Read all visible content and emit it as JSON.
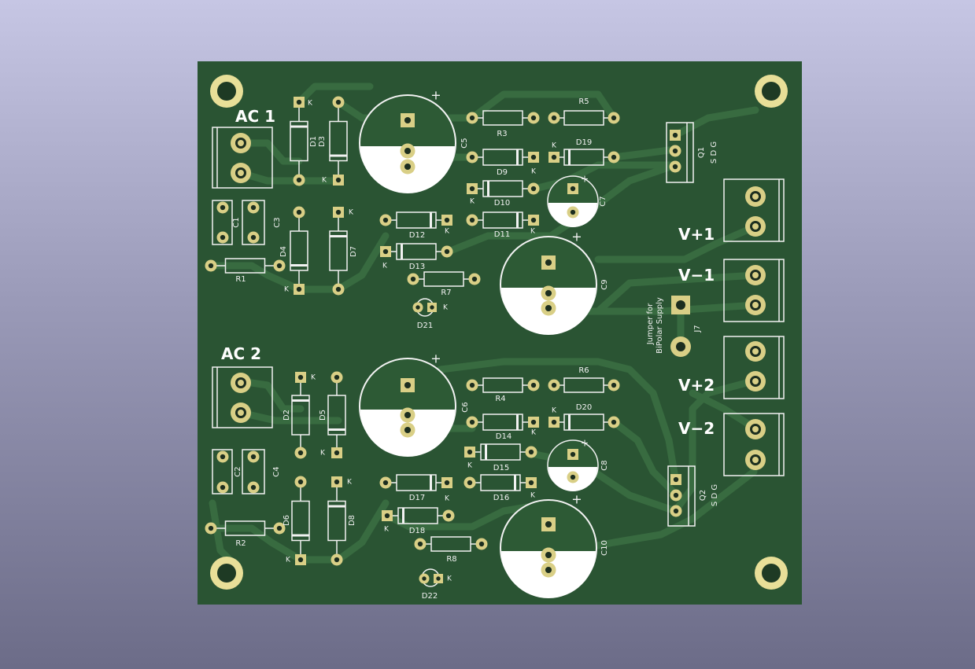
{
  "board": {
    "colors": {
      "background_top": "#c6c6e4",
      "background_bottom": "#6c6c88",
      "board": "#2a5433",
      "copper_trace": "#386b40",
      "pad": "#d9cf86",
      "silkscreen": "#f2f2f2"
    }
  },
  "labels": {
    "ac1": "AC 1",
    "ac2": "AC 2",
    "v1p": "V+1",
    "v1n": "V−1",
    "v2p": "V+2",
    "v2n": "V−2",
    "jumper_line1": "Jumper for",
    "jumper_line2": "BiPolar Supply",
    "q_pins": "S  D  G"
  },
  "refs": {
    "D1": "D1",
    "D2": "D2",
    "D3": "D3",
    "D4": "D4",
    "D5": "D5",
    "D6": "D6",
    "D7": "D7",
    "D8": "D8",
    "D9": "D9",
    "D10": "D10",
    "D11": "D11",
    "D12": "D12",
    "D13": "D13",
    "D14": "D14",
    "D15": "D15",
    "D16": "D16",
    "D17": "D17",
    "D18": "D18",
    "D19": "D19",
    "D20": "D20",
    "D21": "D21",
    "D22": "D22",
    "C1": "C1",
    "C2": "C2",
    "C3": "C3",
    "C4": "C4",
    "C5": "C5",
    "C6": "C6",
    "C7": "C7",
    "C8": "C8",
    "C9": "C9",
    "C10": "C10",
    "R1": "R1",
    "R2": "R2",
    "R3": "R3",
    "R4": "R4",
    "R5": "R5",
    "R6": "R6",
    "R7": "R7",
    "R8": "R8",
    "Q1": "Q1",
    "Q2": "Q2",
    "J7": "J7",
    "K": "K",
    "plus": "+"
  }
}
